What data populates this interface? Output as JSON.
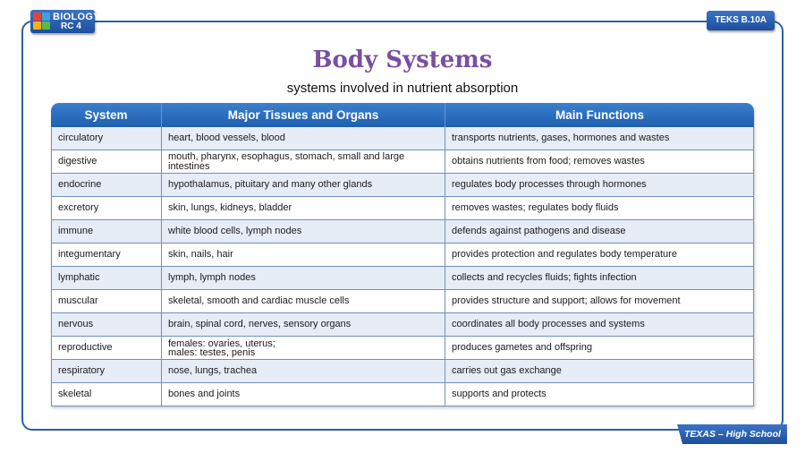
{
  "badges": {
    "subject_title": "BIOLOGY",
    "subject_code": "RC 4",
    "standard": "TEKS B.10A",
    "edition": "TEXAS – High School"
  },
  "page": {
    "title": "Body Systems",
    "subtitle": "systems involved in nutrient absorption"
  },
  "table": {
    "headers": [
      "System",
      "Major Tissues and Organs",
      "Main Functions"
    ],
    "rows": [
      {
        "system": "circulatory",
        "organs": [
          "heart, blood vessels, blood"
        ],
        "functions": "transports nutrients, gases, hormones and wastes"
      },
      {
        "system": "digestive",
        "organs": [
          "mouth, pharynx, esophagus, stomach, small and large intestines"
        ],
        "functions": "obtains nutrients from food; removes wastes"
      },
      {
        "system": "endocrine",
        "organs": [
          "hypothalamus, pituitary and many other glands"
        ],
        "functions": "regulates body processes through hormones"
      },
      {
        "system": "excretory",
        "organs": [
          "skin, lungs, kidneys, bladder"
        ],
        "functions": "removes wastes; regulates body fluids"
      },
      {
        "system": "immune",
        "organs": [
          "white blood cells, lymph nodes"
        ],
        "functions": "defends against pathogens and disease"
      },
      {
        "system": "integumentary",
        "organs": [
          "skin, nails, hair"
        ],
        "functions": "provides protection and regulates body temperature"
      },
      {
        "system": "lymphatic",
        "organs": [
          "lymph, lymph nodes"
        ],
        "functions": "collects and recycles fluids; fights infection"
      },
      {
        "system": "muscular",
        "organs": [
          "skeletal, smooth and cardiac muscle cells"
        ],
        "functions": "provides structure and support; allows for movement"
      },
      {
        "system": "nervous",
        "organs": [
          "brain, spinal cord, nerves, sensory organs"
        ],
        "functions": "coordinates all body processes and systems"
      },
      {
        "system": "reproductive",
        "organs": [
          "females:  ovaries, uterus;",
          "males:  testes, penis"
        ],
        "functions": "produces gametes and offspring"
      },
      {
        "system": "respiratory",
        "organs": [
          "nose, lungs, trachea"
        ],
        "functions": "carries out gas exchange"
      },
      {
        "system": "skeletal",
        "organs": [
          "bones and joints"
        ],
        "functions": "supports and protects"
      }
    ]
  }
}
